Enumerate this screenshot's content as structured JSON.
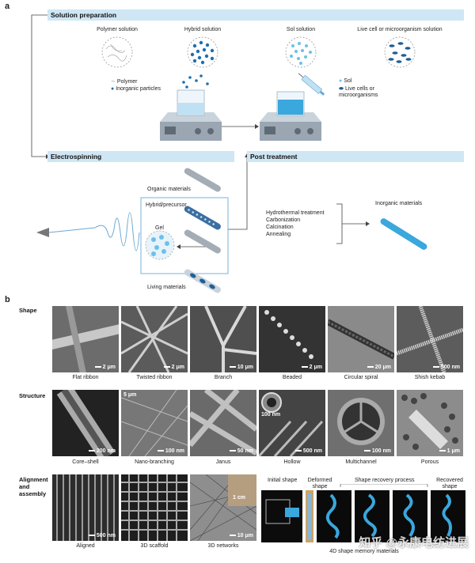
{
  "panel_a": {
    "letter": "a",
    "sections": {
      "solution_preparation": "Solution preparation",
      "electrospinning": "Electrospinning",
      "post_treatment": "Post treatment"
    },
    "solutions": [
      "Polymer solution",
      "Hybrid solution",
      "Sol solution",
      "Live cell or microorganism solution"
    ],
    "legend_left": [
      "Polymer",
      "Inorganic particles"
    ],
    "legend_right": [
      "Sol",
      "Live cells or microorganisms"
    ],
    "fiber_types": {
      "organic": "Organic materials",
      "hybrid": "Hybrid/precursor",
      "gel": "Gel",
      "living": "Living materials"
    },
    "treatments": [
      "Hydrothermal treatment",
      "Carbonization",
      "Calcination",
      "Annealing"
    ],
    "inorganic": "Inorganic materials",
    "colors": {
      "bar": "#cfe6f5",
      "accent": "#3aa7dd",
      "dark_blue": "#1f5f95"
    }
  },
  "panel_b": {
    "letter": "b",
    "rows": {
      "shape": "Shape",
      "structure": "Structure",
      "alignment_line1": "Alignment",
      "alignment_line2": "and",
      "alignment_line3": "assembly"
    },
    "shape_images": [
      {
        "caption": "Flat ribbon",
        "scale": "2 μm"
      },
      {
        "caption": "Twisted ribbon",
        "scale": "2 μm"
      },
      {
        "caption": "Branch",
        "scale": "10 μm"
      },
      {
        "caption": "Beaded",
        "scale": "2 μm"
      },
      {
        "caption": "Circular spiral",
        "scale": "20 μm"
      },
      {
        "caption": "Shish kebab",
        "scale": "500 nm"
      }
    ],
    "structure_images": [
      {
        "caption": "Core–shell",
        "scale": "200 nm",
        "inset": ""
      },
      {
        "caption": "Nano-branching",
        "scale": "100 nm",
        "inset": "5 μm"
      },
      {
        "caption": "Janus",
        "scale": "50 nm",
        "inset": ""
      },
      {
        "caption": "Hollow",
        "scale": "500 nm",
        "inset": "100 nm"
      },
      {
        "caption": "Multichannel",
        "scale": "100 nm",
        "inset": ""
      },
      {
        "caption": "Porous",
        "scale": "1 μm",
        "inset": ""
      }
    ],
    "assembly_images": [
      {
        "caption": "Aligned",
        "scale": "500 nm",
        "inset": ""
      },
      {
        "caption": "3D scaffold",
        "scale": "",
        "inset": ""
      },
      {
        "caption": "3D networks",
        "scale": "10 μm",
        "inset": "1 cm"
      }
    ],
    "shape_memory": {
      "initial": "Initial shape",
      "deformed": "Deformed shape",
      "recovery": "Shape recovery process",
      "recovered": "Recovered shape",
      "caption": "4D shape memory materials"
    },
    "watermark": "知乎 @永康电纺进展"
  }
}
